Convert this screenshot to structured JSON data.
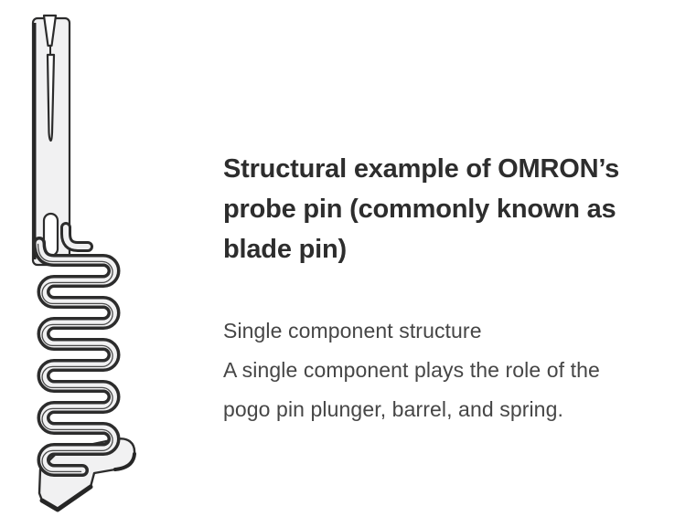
{
  "figure": {
    "illustration": "blade-pin-technical-drawing",
    "parts": [
      "forked-contact-tip",
      "slotted-blade-body",
      "serpentine-spring",
      "mounting-foot"
    ]
  },
  "text": {
    "heading": "Structural example of OMRON’s\nprobe pin (commonly known as\nblade pin)",
    "body": "Single component structure\nA single component plays the role of the\npogo pin plunger, barrel, and spring."
  },
  "colors": {
    "background": "#ffffff",
    "heading_text": "#2d2d2d",
    "body_text": "#464646",
    "drawing_outline": "#2c2c2c",
    "drawing_fill": "#f1f1f2"
  }
}
